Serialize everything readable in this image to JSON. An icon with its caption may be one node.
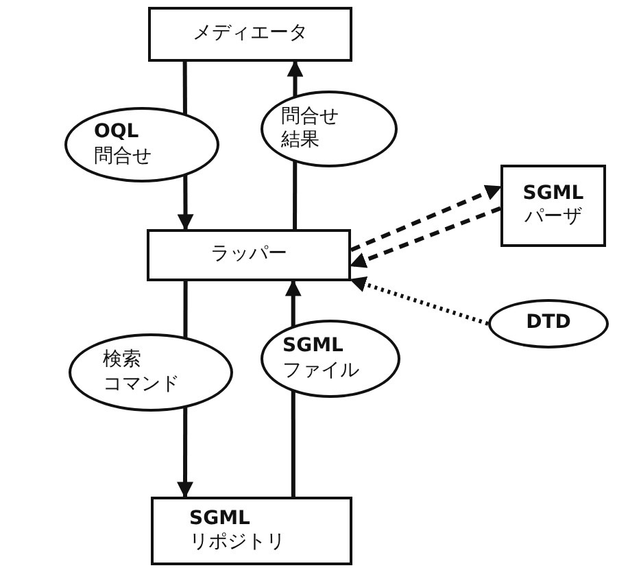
{
  "diagram": {
    "nodes": [
      {
        "text": [
          "メディエータ"
        ]
      },
      {
        "text": [
          "ラッパー"
        ]
      },
      {
        "text": [
          "**SGML** リポジトリ"
        ]
      },
      {
        "text": [
          "**SGML** パーザ"
        ]
      },
      {
        "text": [
          "DTD"
        ]
      }
    ],
    "edges": [
      {
        "from": 0,
        "to": 1,
        "arrow": "to",
        "label": "**OQL** 問合せ"
      },
      {
        "from": 1,
        "to": 0,
        "arrow": "to",
        "label": "問合せ結果"
      },
      {
        "from": 1,
        "to": 2,
        "arrow": "to",
        "label": "検索コマンド"
      },
      {
        "from": 2,
        "to": 1,
        "arrow": "to",
        "label": "**SGML** ファイル"
      },
      {
        "from": 1,
        "to": 3,
        "arrow": "to",
        "style": "dashed"
      },
      {
        "from": 3,
        "to": 1,
        "arrow": "to",
        "style": "dashed"
      },
      {
        "from": 4,
        "to": 1,
        "arrow": "to",
        "style": "dashed"
      }
    ]
  }
}
